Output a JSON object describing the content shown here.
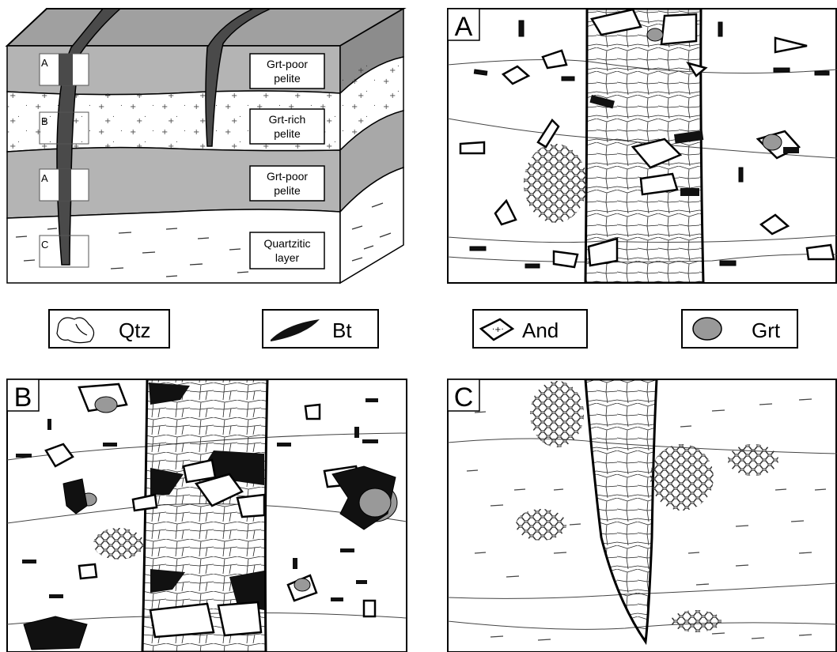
{
  "block": {
    "layers": [
      {
        "name": "Grt-poor pelite",
        "line1": "Grt-poor",
        "line2": "pelite",
        "letter": "A"
      },
      {
        "name": "Grt-rich pelite",
        "line1": "Grt-rich",
        "line2": "pelite",
        "letter": "B"
      },
      {
        "name": "Grt-poor pelite",
        "line1": "Grt-poor",
        "line2": "pelite",
        "letter": "A"
      },
      {
        "name": "Quartzitic layer",
        "line1": "Quartzitic",
        "line2": "layer",
        "letter": "C"
      }
    ],
    "colors": {
      "pelite": "#b4b4b4",
      "top": "#a0a0a0",
      "side": "#8c8c8c",
      "vein": "#4a4a4a"
    }
  },
  "legend": [
    {
      "symbol": "qtz-symbol",
      "label": "Qtz"
    },
    {
      "symbol": "bt-symbol",
      "label": "Bt"
    },
    {
      "symbol": "and-symbol",
      "label": "And"
    },
    {
      "symbol": "grt-symbol",
      "label": "Grt"
    }
  ],
  "panels": {
    "a": {
      "letter": "A"
    },
    "b": {
      "letter": "B"
    },
    "c": {
      "letter": "C"
    }
  }
}
